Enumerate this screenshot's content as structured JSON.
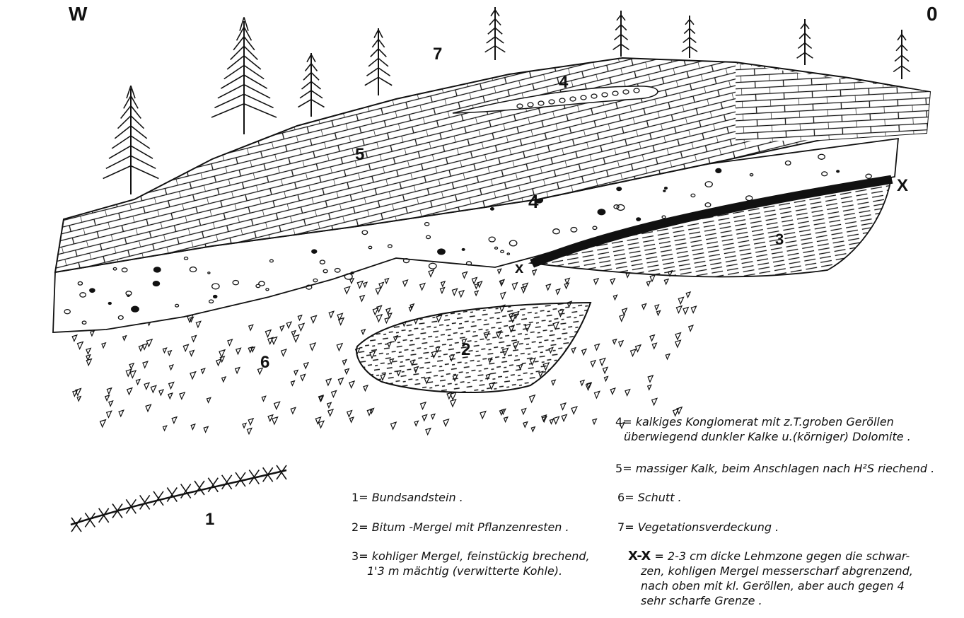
{
  "directions": {
    "west": "W",
    "east": "0"
  },
  "unit_labels": {
    "u1": "1",
    "u2": "2",
    "u3": "3",
    "u4_lens": "4",
    "u4_main": "4",
    "u5": "5",
    "u6": "6",
    "u7": "7",
    "x_left": "x",
    "x_right": "X"
  },
  "legend": [
    {
      "key": "1",
      "sep": "=",
      "text": "Bundsandstein ."
    },
    {
      "key": "2",
      "sep": "=",
      "text": "Bitum -Mergel mit Pflanzenresten ."
    },
    {
      "key": "3",
      "sep": "=",
      "lines": [
        "kohliger Mergel, feinstückig brechend,",
        "1'3 m mächtig  (verwitterte Kohle)."
      ]
    },
    {
      "key": "4",
      "sep": "=",
      "lines": [
        "kalkiges Konglomerat mit z.T.groben Geröllen",
        "überwiegend dunkler Kalke u.(körniger) Dolomite ."
      ]
    },
    {
      "key": "5",
      "sep": "=",
      "text": "massiger Kalk, beim Anschlagen nach H²S riechend ."
    },
    {
      "key": "6",
      "sep": "=",
      "text": "Schutt ."
    },
    {
      "key": "7",
      "sep": "=",
      "text": "Vegetationsverdeckung ."
    },
    {
      "key": "X-X",
      "sep": "=",
      "lines": [
        "2-3 cm dicke Lehmzone gegen die schwar-",
        "zen, kohligen Mergel messerscharf abgrenzend,",
        "nach oben mit kl. Geröllen, aber auch gegen 4",
        "sehr scharfe Grenze ."
      ]
    }
  ]
}
